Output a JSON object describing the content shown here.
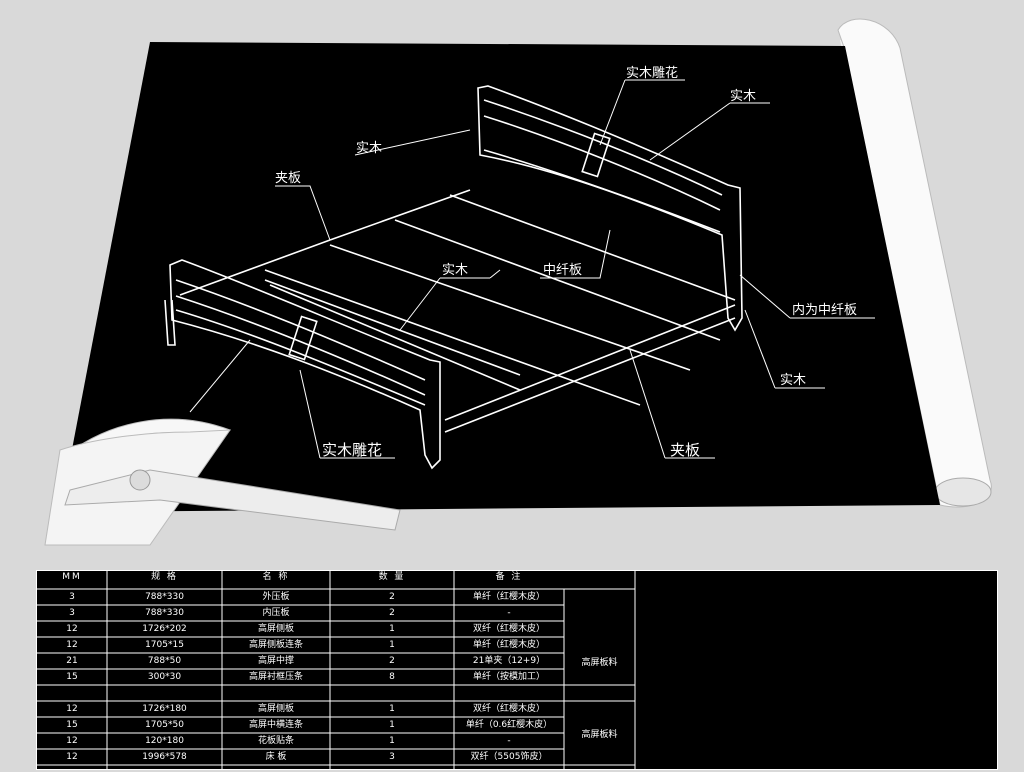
{
  "labels": {
    "carving_top": "实木雕花",
    "solid_wood_right_top": "实木",
    "solid_wood_left": "实木",
    "plywood_left": "夹板",
    "solid_wood_mid": "实木",
    "mdf_mid": "中纤板",
    "inner_mdf": "内为中纤板",
    "solid_wood_right": "实木",
    "carving_bottom": "实木雕花",
    "plywood_right": "夹板"
  },
  "table": {
    "headers": [
      "MM",
      "规 格",
      "名 称",
      "数 量",
      "备 注"
    ],
    "rows": [
      [
        "3",
        "788*330",
        "外压板",
        "2",
        "单纤（红樱木皮）"
      ],
      [
        "3",
        "788*330",
        "内压板",
        "2",
        "-"
      ],
      [
        "12",
        "1726*202",
        "高屏侧板",
        "1",
        "双纤（红樱木皮）"
      ],
      [
        "12",
        "1705*15",
        "高屏侧板连条",
        "1",
        "单纤（红樱木皮）"
      ],
      [
        "21",
        "788*50",
        "高屏中撑",
        "2",
        "21单夹（12+9）"
      ],
      [
        "15",
        "300*30",
        "高屏衬框压条",
        "8",
        "单纤（按模加工）"
      ],
      [
        "",
        "",
        "",
        "",
        ""
      ],
      [
        "12",
        "1726*180",
        "高屏侧板",
        "1",
        "双纤（红樱木皮）"
      ],
      [
        "15",
        "1705*50",
        "高屏中横连条",
        "1",
        "单纤（0.6红樱木皮）"
      ],
      [
        "12",
        "120*180",
        "花板贴条",
        "1",
        "-"
      ],
      [
        "12",
        "1996*578",
        "床 板",
        "3",
        "双纤（5505饰皮）"
      ]
    ],
    "group_notes": [
      "高屏板料",
      "高屏板料"
    ]
  }
}
